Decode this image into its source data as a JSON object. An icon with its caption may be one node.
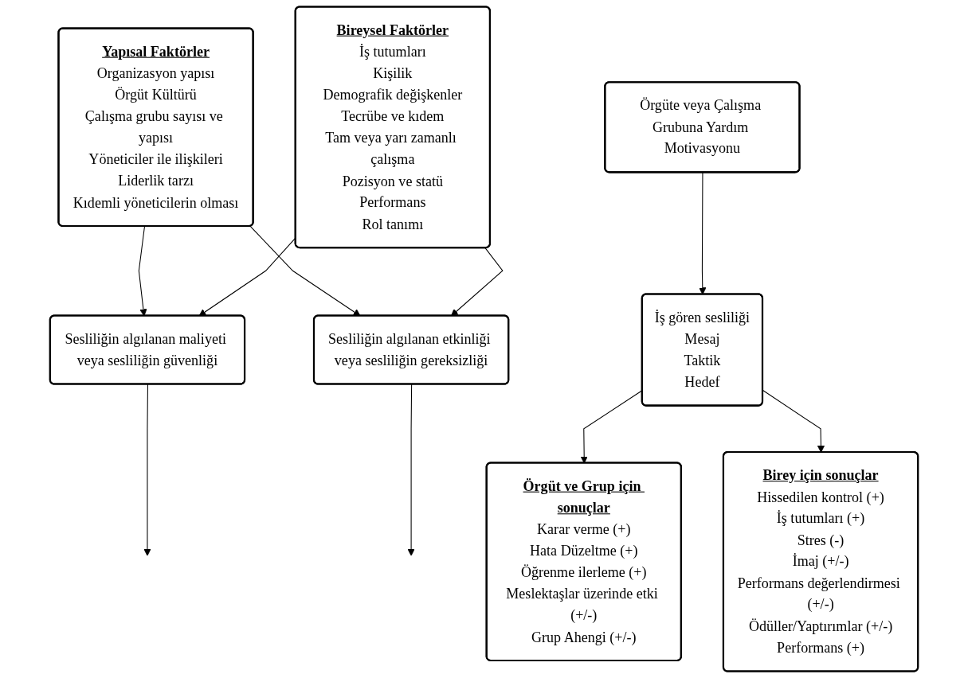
{
  "diagram": {
    "nodes": [
      {
        "text": [
          "Yapısal Faktörler",
          "Organizasyon yapısı",
          "Örgüt Kültürü",
          "Çalışma grubu sayısı ve yapısı",
          "Yöneticiler ile ilişkileri",
          "Liderlik tarzı",
          "Kıdemli yöneticilerin olması"
        ]
      },
      {
        "text": [
          "Bireysel Faktörler",
          "İş tutumları",
          "Kişilik",
          "Demografik değişkenler",
          "Tecrübe ve kıdem",
          "Tam veya yarı zamanlı çalışma",
          "Pozisyon ve statü",
          "Performans",
          "Rol tanımı"
        ]
      },
      {
        "text": [
          "Sesliliğin algılanan maliyeti veya sesliliğin güvenliği"
        ]
      },
      {
        "text": [
          "Sesliliğin algılanan etkinliği veya sesliliğin gereksizliği"
        ]
      },
      {
        "text": [
          "Örgüte veya Çalışma Grubuna Yardım Motivasyonu"
        ]
      },
      {
        "text": [
          "İş gören sesliliği",
          "Mesaj",
          "Taktik",
          "Hedef"
        ]
      },
      {
        "text": [
          "Örgüt ve Grup için sonuçlar",
          "Karar verme (+)",
          "Hata Düzeltme (+)",
          "Öğrenme ilerleme (+)",
          "Meslektaşlar üzerinde etki (+/-)",
          "Grup Ahengi (+/-)"
        ]
      },
      {
        "text": [
          "Birey için sonuçlar",
          "Hissedilen kontrol (+)",
          "İş tutumları (+)",
          "Stres (-)",
          "İmaj (+/-)",
          "Performans değerlendirmesi (+/-)",
          "Ödüller/Yaptırımlar (+/-)",
          "Performans (+)"
        ]
      }
    ],
    "edges": [
      {
        "from": 0,
        "to": 2,
        "arrow": "to"
      },
      {
        "from": 0,
        "to": 3,
        "arrow": "to"
      },
      {
        "from": 1,
        "to": 2,
        "arrow": "to"
      },
      {
        "from": 1,
        "to": 3,
        "arrow": "to"
      },
      {
        "from": 4,
        "to": 5,
        "arrow": "to"
      },
      {
        "from": 2,
        "to": null,
        "arrow": "to"
      },
      {
        "from": 3,
        "to": null,
        "arrow": "to"
      },
      {
        "from": 5,
        "to": 6,
        "arrow": "to"
      },
      {
        "from": 5,
        "to": 7,
        "arrow": "to"
      }
    ]
  }
}
